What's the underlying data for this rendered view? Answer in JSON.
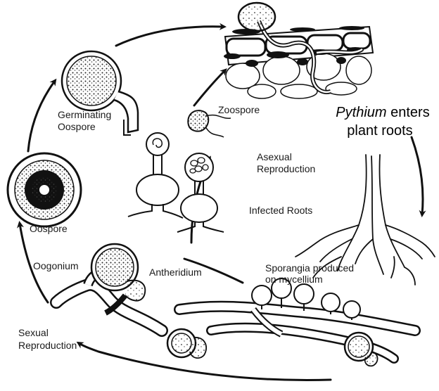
{
  "labels": {
    "germinating_1": "Germinating",
    "germinating_2": "Oospore",
    "oospore": "Oospore",
    "oogonium": "Oogonium",
    "antheridium": "Antheridium",
    "zoospore": "Zoospore",
    "asexual_1": "Asexual",
    "asexual_2": "Reproduction",
    "infected_roots": "Infected Roots",
    "sporangia_1": "Sporangia produced",
    "sporangia_2": "on mycellium",
    "sexual_1": "Sexual",
    "sexual_2": "Reproduction",
    "enters_genus": "Pythium",
    "enters_rest": " enters",
    "enters_2": "plant roots"
  },
  "colors": {
    "ink": "#111111",
    "paper": "#ffffff",
    "stipple": "#333333"
  }
}
